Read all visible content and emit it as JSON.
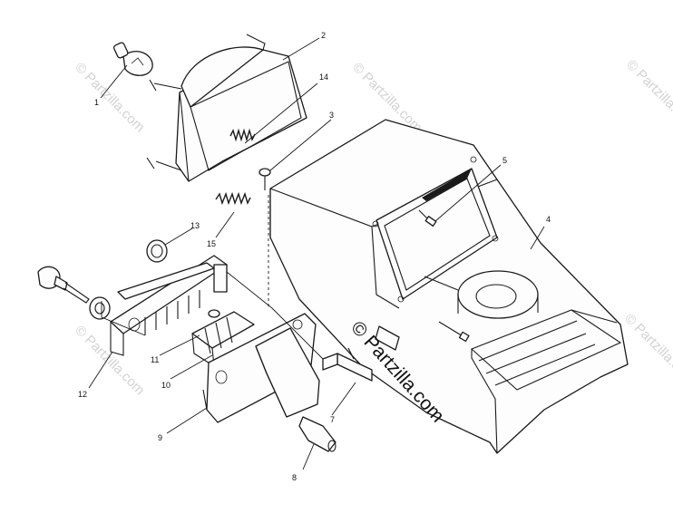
{
  "watermark": {
    "text": "© Partzilla.com",
    "main_text": "© Partzilla.com",
    "color": "#d2d2d2"
  },
  "callouts": [
    {
      "id": "callout-1",
      "label": "1"
    },
    {
      "id": "callout-2",
      "label": "2"
    },
    {
      "id": "callout-3",
      "label": "3"
    },
    {
      "id": "callout-4",
      "label": "4"
    },
    {
      "id": "callout-5",
      "label": "5"
    },
    {
      "id": "callout-7",
      "label": "7"
    },
    {
      "id": "callout-8",
      "label": "8"
    },
    {
      "id": "callout-9",
      "label": "9"
    },
    {
      "id": "callout-10",
      "label": "10"
    },
    {
      "id": "callout-11",
      "label": "11"
    },
    {
      "id": "callout-12",
      "label": "12"
    },
    {
      "id": "callout-13",
      "label": "13"
    },
    {
      "id": "callout-14",
      "label": "14"
    },
    {
      "id": "callout-15",
      "label": "15"
    }
  ]
}
